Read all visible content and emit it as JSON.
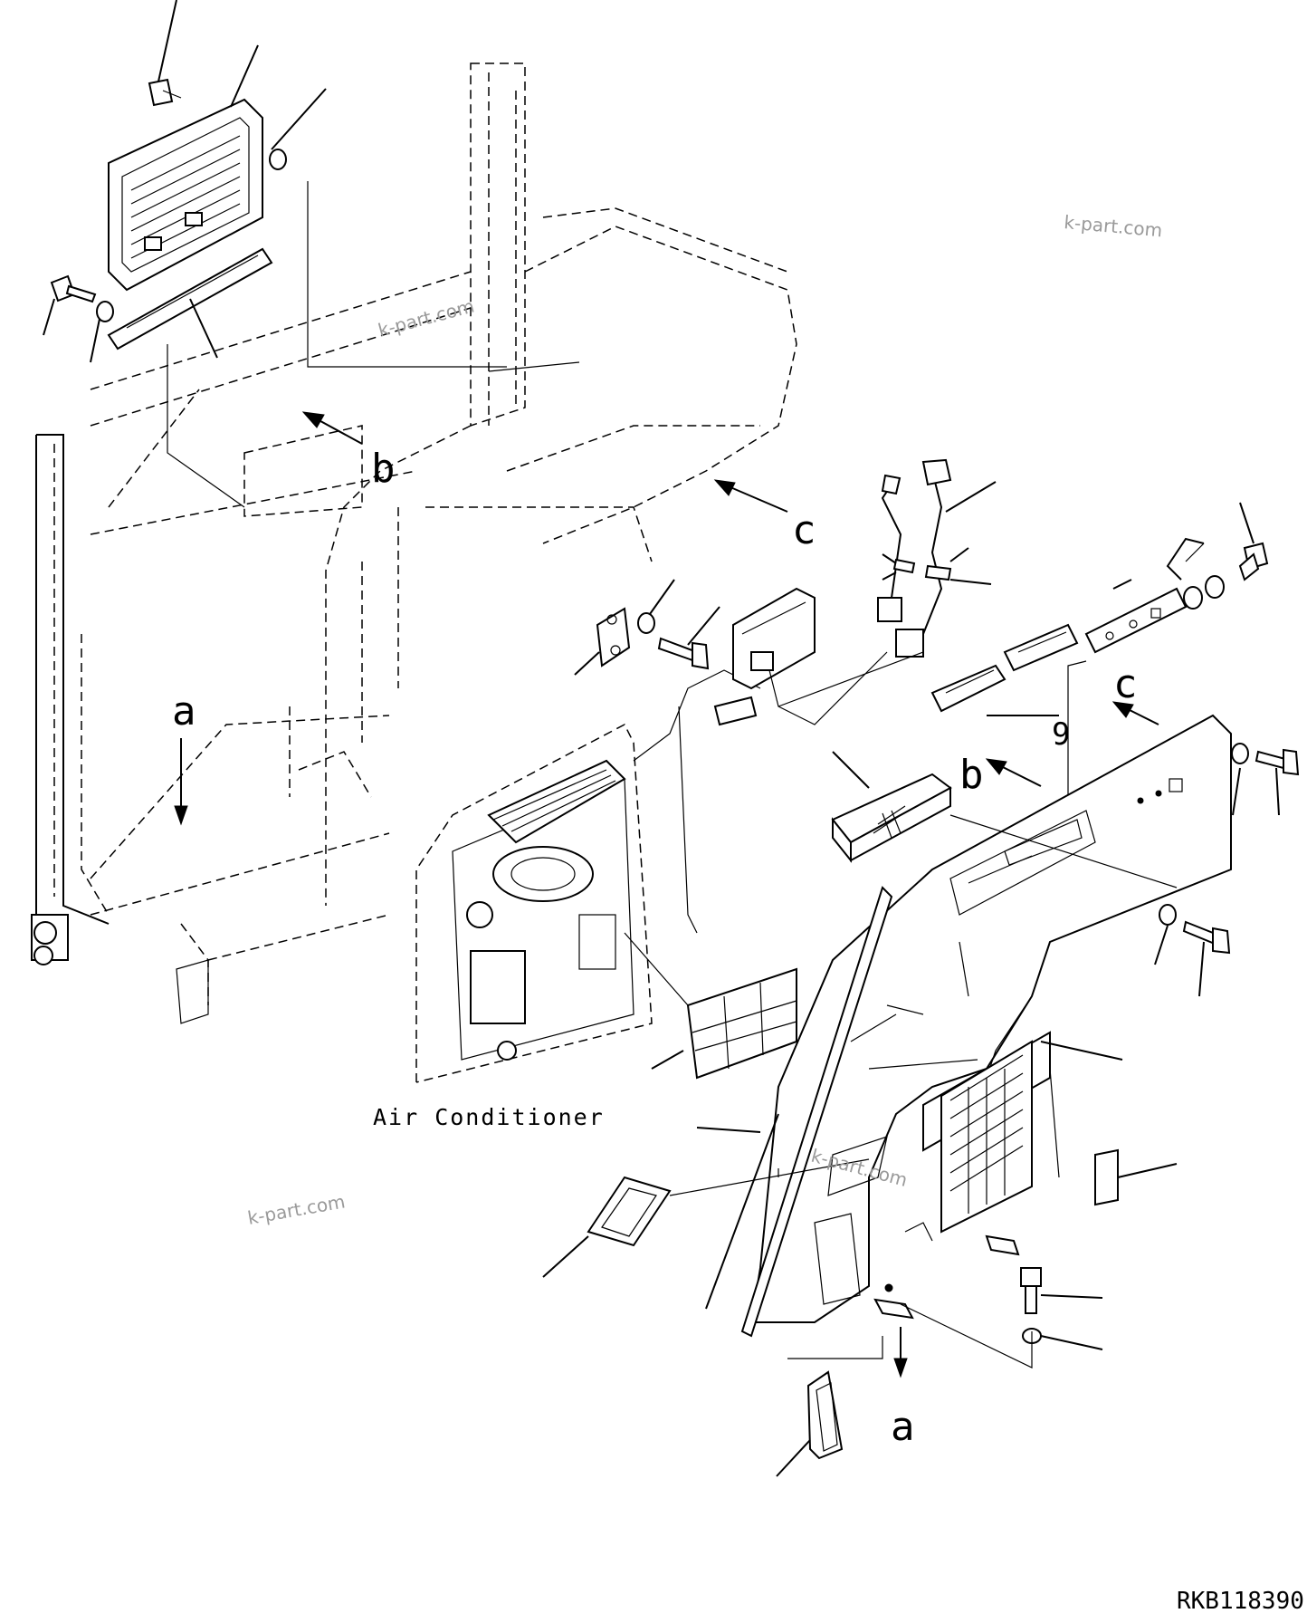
{
  "drawing": {
    "reference_code": "RKB118390",
    "unit_label": "Air Conditioner",
    "view_markers": {
      "a": "a",
      "b": "b",
      "c": "c"
    },
    "item_number": "9",
    "watermark": "k-part.com"
  }
}
